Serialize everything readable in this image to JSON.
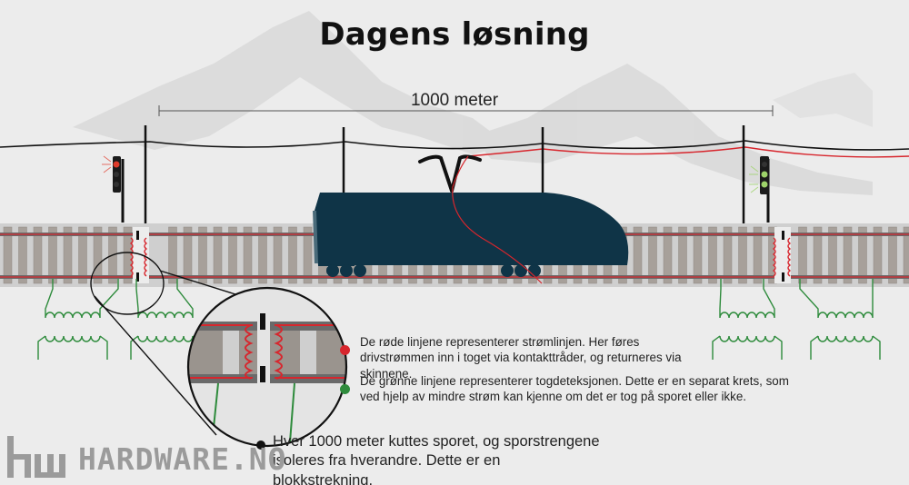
{
  "title": "Dagens løsning",
  "distance_label": "1000 meter",
  "legend": {
    "red": {
      "color": "#d7262d",
      "text": "De røde linjene representerer strømlinjen. Her føres drivstrømmen inn i toget via kontakttråder, og returneres via skinnene."
    },
    "green": {
      "color": "#2e8b3c",
      "text": "De grønne linjene representerer togdeteksjonen. Dette er en separat krets, som ved hjelp av mindre strøm kan kjenne om det er tog  på sporet eller ikke."
    },
    "black": {
      "color": "#111111",
      "text": "Hver 1000 meter kuttes sporet, og sporstrengene isoleres fra hverandre. Dette er en blokkstrekning."
    }
  },
  "logo": {
    "text": "HARDWARE.NO",
    "icon": "hw-logo-icon"
  },
  "colors": {
    "train": "#0f3447",
    "rail": "#6a6a6a",
    "sleeper": "#a7a09a",
    "power_line": "#d7262d",
    "detection_line": "#2e8b3c",
    "signal_red": "#e03a2a",
    "signal_green": "#9ed36a"
  }
}
